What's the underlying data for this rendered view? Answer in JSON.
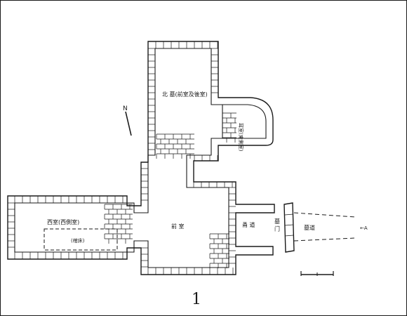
{
  "labels": {
    "north_room": "北 墓(前室及後室)",
    "east_side_room": "耳室(東側室)",
    "west_side_room": "西室(西側室)",
    "west_inner": "(棺床)",
    "front_room": "前 室",
    "corner_room": "甬 道",
    "gate": "墓 门",
    "passage": "墓道",
    "arrow_left": "←A",
    "north_marker": "N"
  },
  "figure_number": "1"
}
